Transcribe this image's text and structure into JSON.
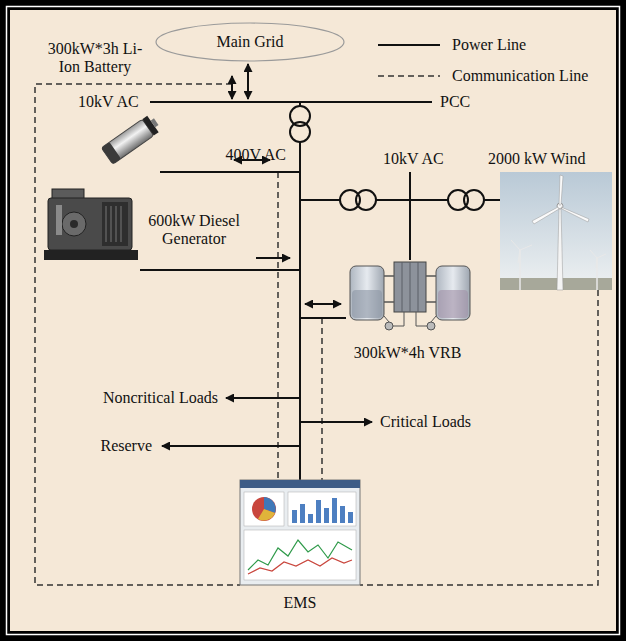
{
  "diagram": {
    "nodes": [
      {
        "text": [
          "Main Grid"
        ]
      }
    ],
    "labels": [
      "10kV AC",
      "PCC",
      "300kW*3h Li-Ion Battery",
      "400V AC",
      "10kV AC",
      "2000 kW Wind",
      "600kW Diesel Generator",
      "300kW*4h VRB",
      "Noncritical Loads",
      "Critical Loads",
      "Reserve",
      "EMS"
    ],
    "legend": [
      {
        "text": "Power Line"
      },
      {
        "text": "Communication Line"
      }
    ]
  }
}
